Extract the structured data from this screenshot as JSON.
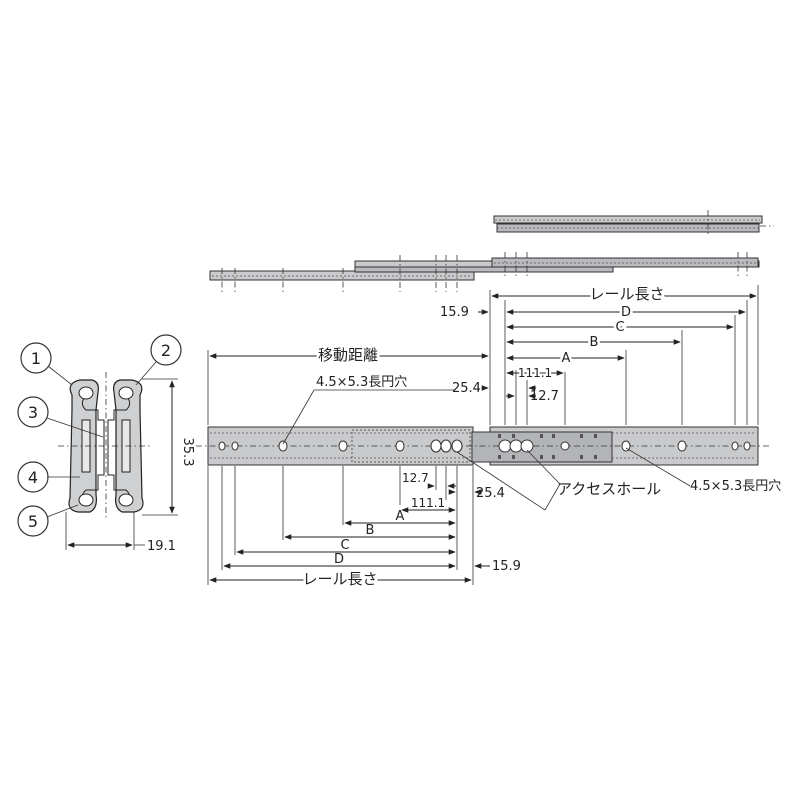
{
  "callouts": [
    "1",
    "2",
    "3",
    "4",
    "5"
  ],
  "section": {
    "height": "35.3",
    "width": "19.1"
  },
  "top_dims": {
    "rail_length": "レール長さ",
    "offset_right": "15.9",
    "D": "D",
    "C": "C",
    "B": "B",
    "A": "A",
    "travel": "移動距離",
    "pitch_111": "111.1",
    "offset_25": "25.4",
    "pitch_12": "12.7",
    "slot": "4.5×5.3長円穴"
  },
  "bottom_dims": {
    "pitch_12": "12.7",
    "offset_25": "25.4",
    "pitch_111": "111.1",
    "A": "A",
    "B": "B",
    "C": "C",
    "D": "D",
    "offset_right": "15.9",
    "rail_length": "レール長さ"
  },
  "access_hole": "アクセスホール",
  "slot_right": "4.5×5.3長円穴"
}
